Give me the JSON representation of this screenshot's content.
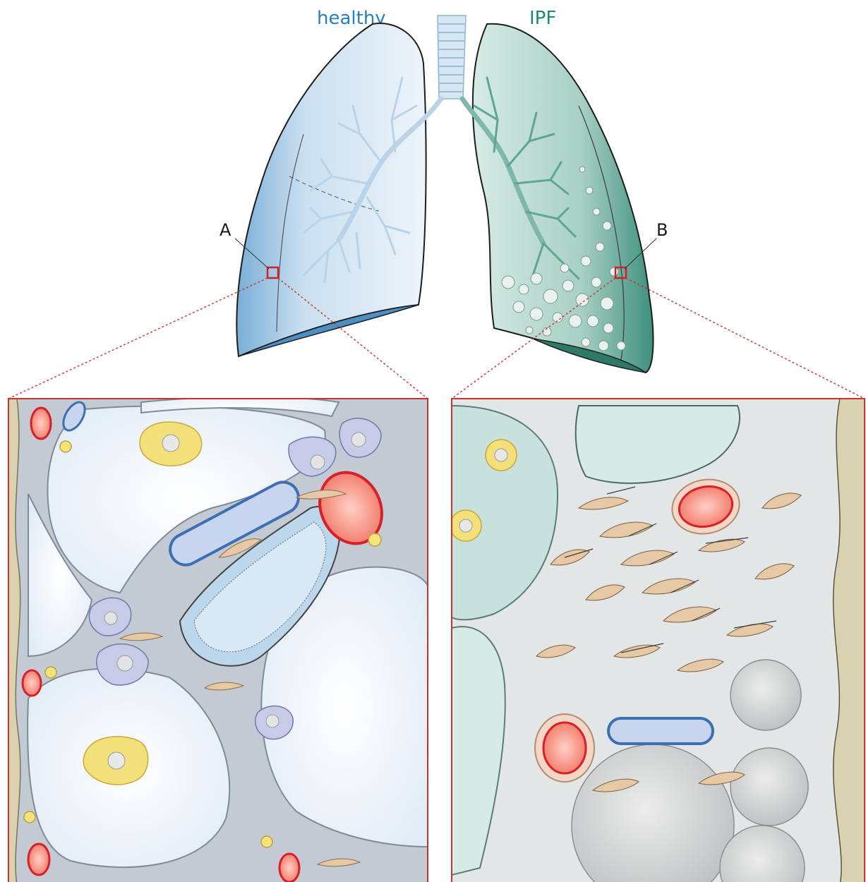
{
  "labels": {
    "healthy": "healthy",
    "ipf": "IPF",
    "callout_a": "A",
    "callout_b": "B"
  },
  "colors": {
    "healthy": "#2a7fbd",
    "ipf": "#1d8a6f",
    "zoom_marker": "#d0202a",
    "panel_border": "#c9332b",
    "healthy_lung_fill": "#dde9f4",
    "ipf_lung_fill": "#9cc8bc"
  }
}
